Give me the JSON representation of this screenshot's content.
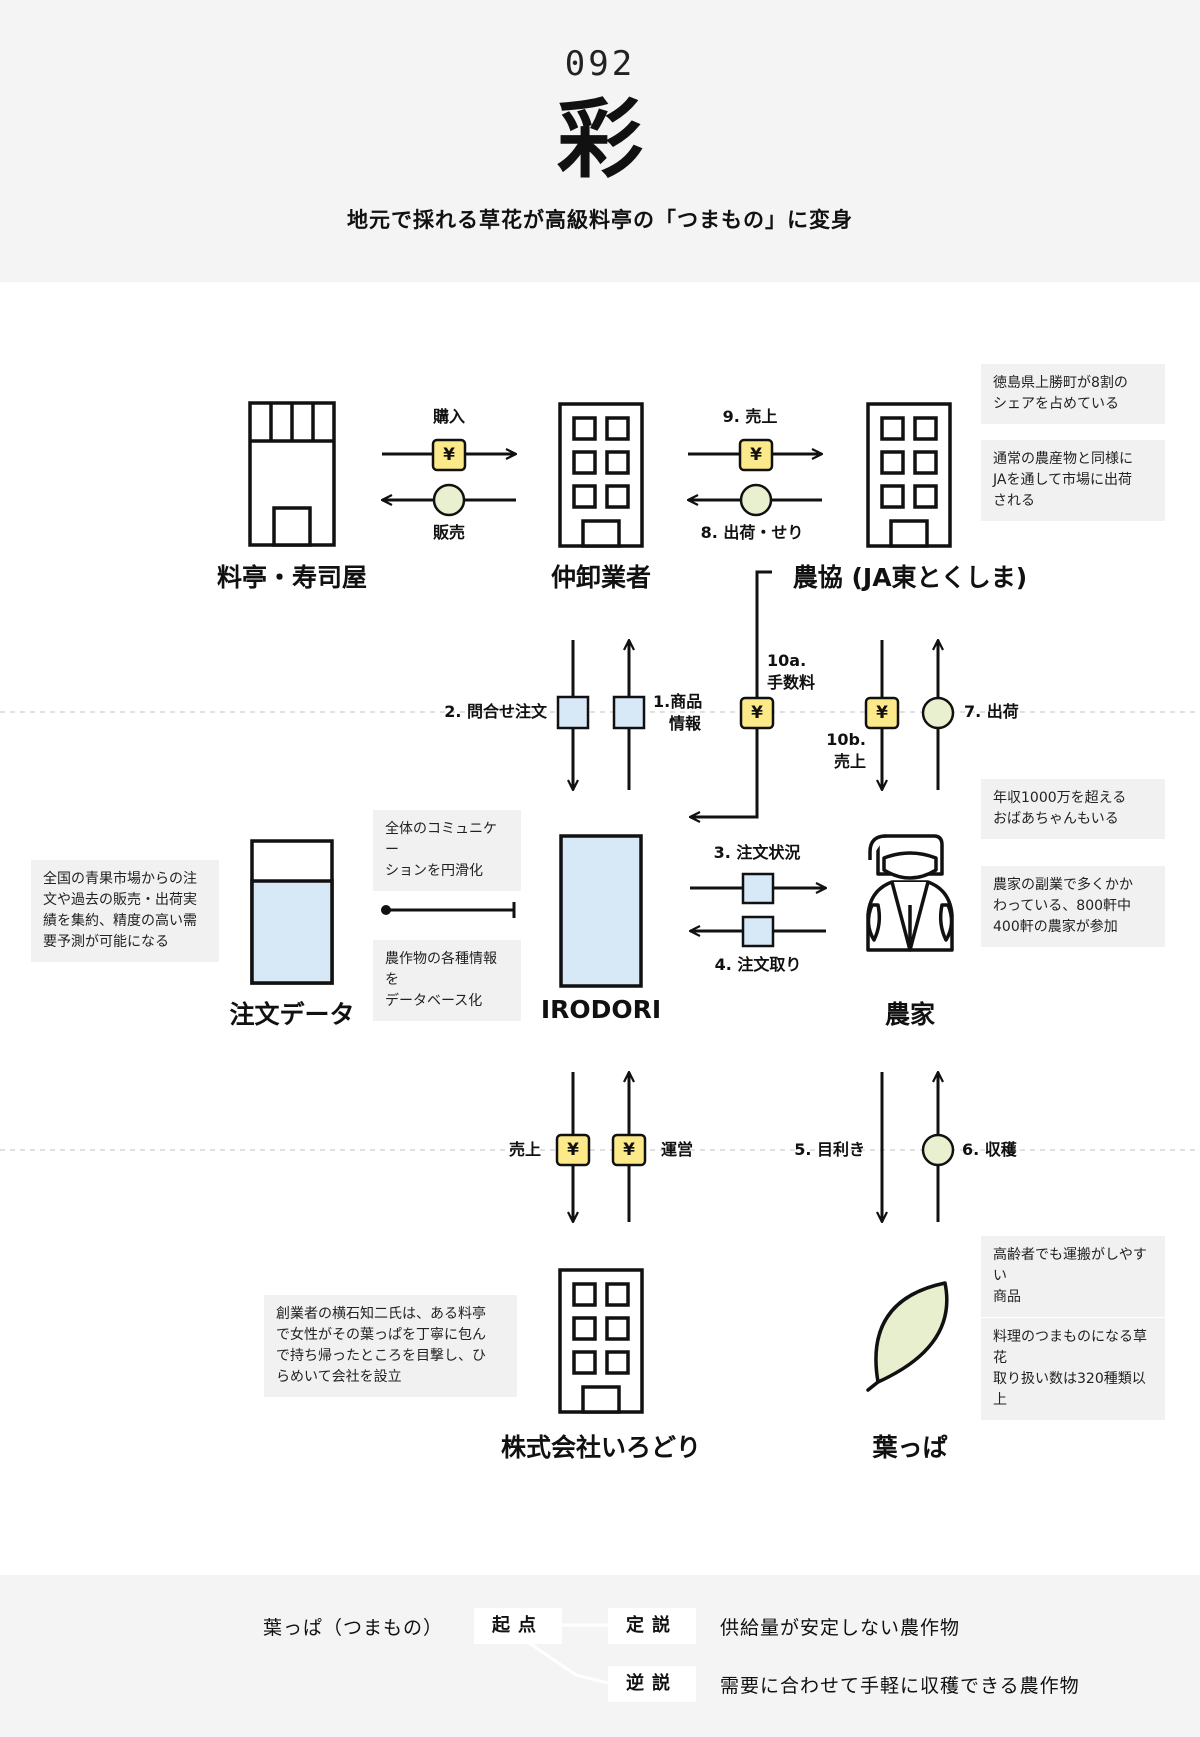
{
  "header": {
    "case_number": "092",
    "title": "彩",
    "subtitle": "地元で採れる草花が高級料亭の「つまもの」に変身"
  },
  "nodes": {
    "ryotei": "料亭・寿司屋",
    "wholesaler": "仲卸業者",
    "ja": "農協 (JA東とくしま)",
    "order_data": "注文データ",
    "irodori_system": "IRODORI",
    "farmer": "農家",
    "company": "株式会社いろどり",
    "leaf": "葉っぱ"
  },
  "flows": {
    "purchase": "購入",
    "sales": "販売",
    "f9_sales": "9. 売上",
    "f8_ship_auction": "8. 出荷・せり",
    "f2_inquiry_line1": "2. 問合せ注文",
    "f1_product_info_line1": "1.商品",
    "f1_product_info_line2": "情報",
    "f10a_line1": "10a.",
    "f10a_line2": "手数料",
    "f10b_line1": "10b.",
    "f10b_line2": "売上",
    "f7_ship": "7. 出荷",
    "f3_order_status": "3. 注文状況",
    "f4_order_take": "4. 注文取り",
    "revenue": "売上",
    "operation": "運営",
    "f5_judge": "5. 目利き",
    "f6_harvest": "6. 収穫"
  },
  "symbols": {
    "yen": "¥"
  },
  "notes": {
    "ja_share": [
      "徳島県上勝町が8割の",
      "シェアを占めている"
    ],
    "ja_market": [
      "通常の農産物と同様に",
      "JAを通して市場に出荷",
      "される"
    ],
    "communication": [
      "全体のコミュニケー",
      "ションを円滑化"
    ],
    "database": [
      "農作物の各種情報を",
      "データベース化"
    ],
    "forecast": [
      "全国の青果市場からの注",
      "文や過去の販売・出荷実",
      "績を集約、精度の高い需",
      "要予測が可能になる"
    ],
    "grandma": [
      "年収1000万を超える",
      "おばあちゃんもいる"
    ],
    "farmers_count": [
      "農家の副業で多くかか",
      "わっている、800軒中",
      "400軒の農家が参加"
    ],
    "founder": [
      "創業者の横石知二氏は、ある料亭",
      "で女性がその葉っぱを丁寧に包ん",
      "で持ち帰ったところを目撃し、ひ",
      "らめいて会社を設立"
    ],
    "easy_transport": [
      "高齢者でも運搬がしやすい",
      "商品"
    ],
    "varieties": [
      "料理のつまものになる草花",
      "取り扱い数は320種類以上"
    ]
  },
  "footer": {
    "subject": "葉っぱ（つまもの）",
    "origin": "起点",
    "thesis": "定説",
    "thesis_text": "供給量が安定しない農作物",
    "antithesis": "逆説",
    "antithesis_text": "需要に合わせて手軽に収穫できる農作物"
  },
  "colors": {
    "yen_fill": "#fbe98a",
    "circle_fill": "#e9f0cf",
    "square_fill": "#d7e9f7",
    "leaf_fill": "#e7efcf",
    "note_bg": "#f1f1f1",
    "header_bg": "#f4f4f4"
  }
}
